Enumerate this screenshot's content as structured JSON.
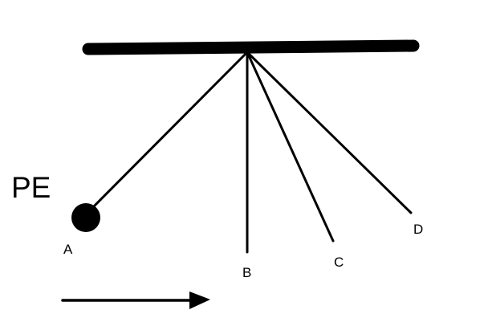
{
  "diagram": {
    "energy_label": "PE",
    "positions": {
      "a": "A",
      "b": "B",
      "c": "C",
      "d": "D"
    }
  },
  "colors": {
    "ink": "#000000",
    "background": "#ffffff"
  }
}
